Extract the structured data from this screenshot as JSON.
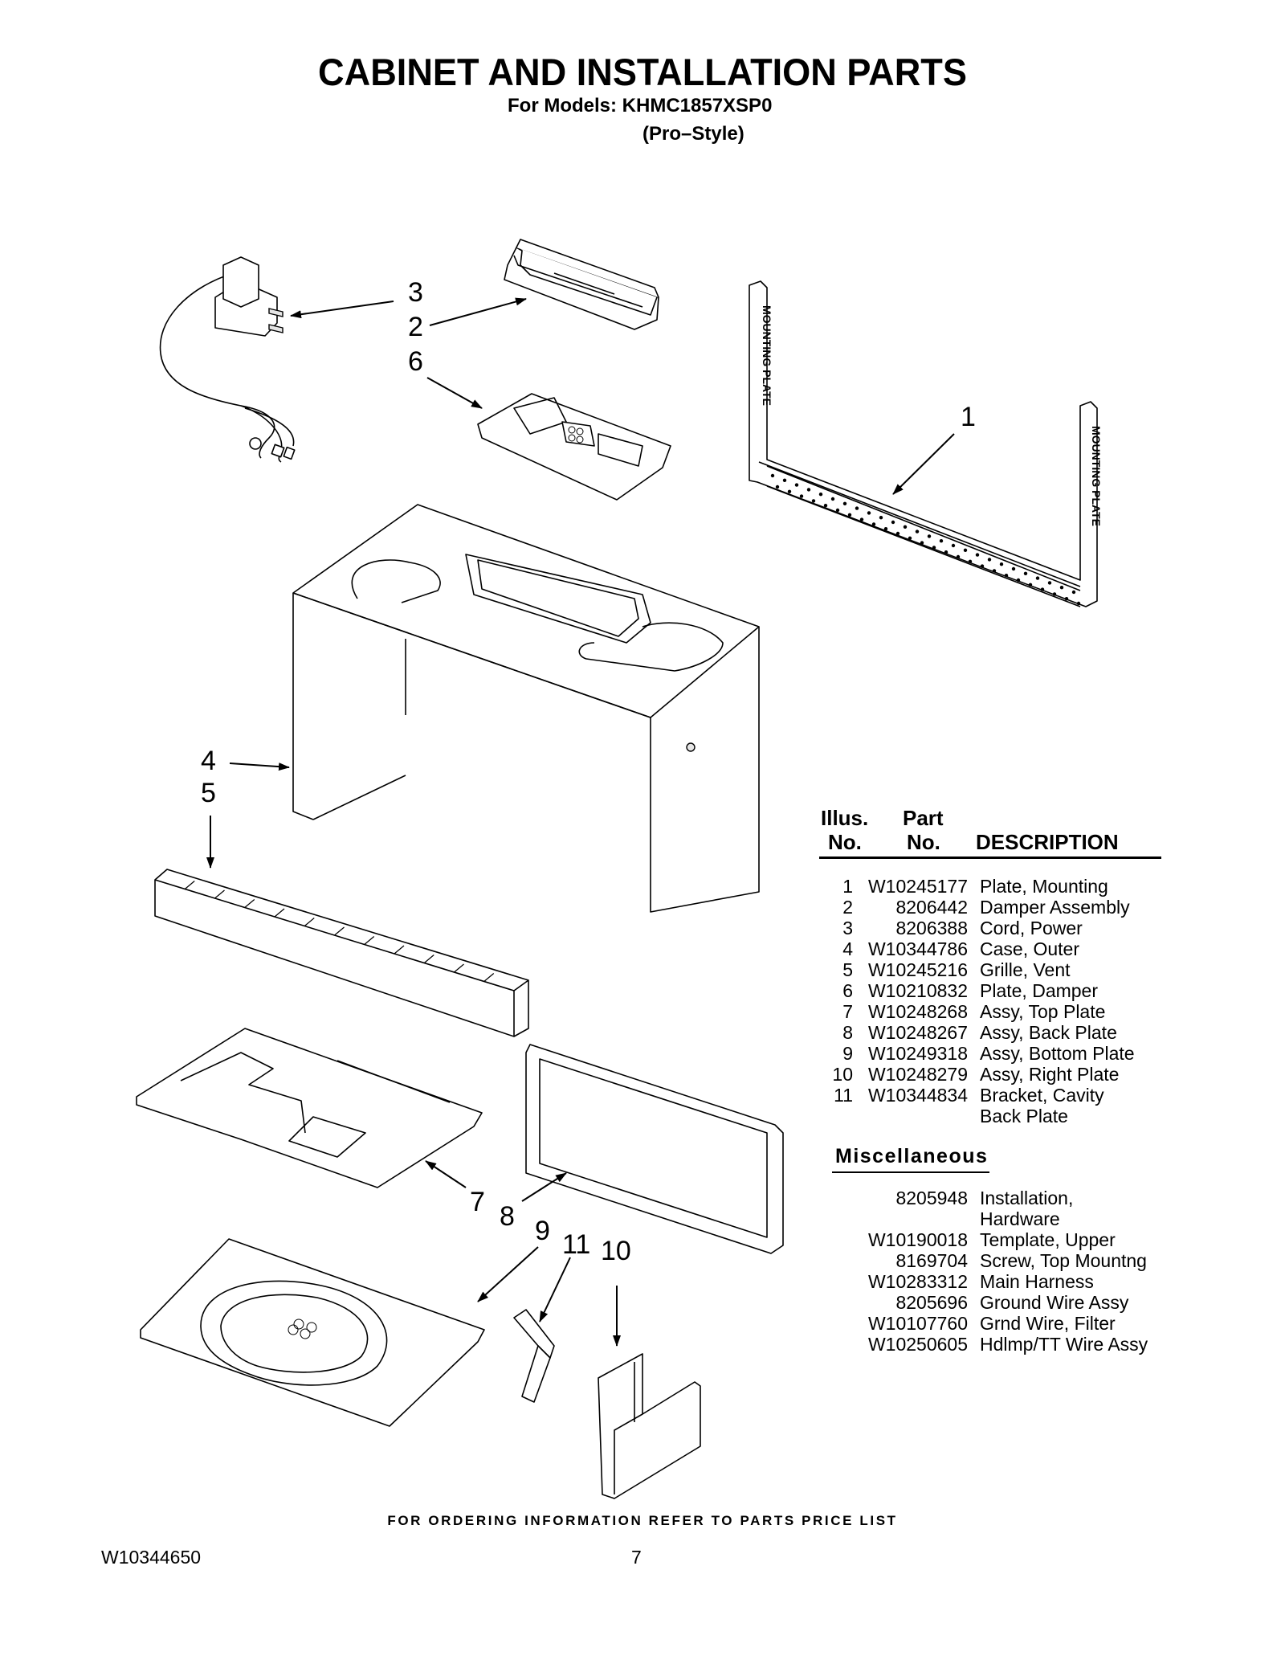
{
  "header": {
    "title": "CABINET AND INSTALLATION PARTS",
    "models_line": "For Models: KHMC1857XSP0",
    "style_line": "(Pro–Style)"
  },
  "callouts": {
    "c1": "1",
    "c2": "2",
    "c3": "3",
    "c4": "4",
    "c5": "5",
    "c6": "6",
    "c7": "7",
    "c8": "8",
    "c9": "9",
    "c10": "10",
    "c11": "11"
  },
  "plate_text": "MOUNTING PLATE",
  "parts_table": {
    "col_illus": "Illus.",
    "col_illus_no": "No.",
    "col_part": "Part",
    "col_part_no": "No.",
    "col_desc": "DESCRIPTION",
    "rows": [
      {
        "illus": "1",
        "part": "W10245177",
        "desc": "Plate, Mounting"
      },
      {
        "illus": "2",
        "part": "8206442",
        "desc": "Damper Assembly"
      },
      {
        "illus": "3",
        "part": "8206388",
        "desc": "Cord, Power"
      },
      {
        "illus": "4",
        "part": "W10344786",
        "desc": "Case, Outer"
      },
      {
        "illus": "5",
        "part": "W10245216",
        "desc": "Grille, Vent"
      },
      {
        "illus": "6",
        "part": "W10210832",
        "desc": "Plate, Damper"
      },
      {
        "illus": "7",
        "part": "W10248268",
        "desc": "Assy, Top Plate"
      },
      {
        "illus": "8",
        "part": "W10248267",
        "desc": "Assy, Back Plate"
      },
      {
        "illus": "9",
        "part": "W10249318",
        "desc": "Assy, Bottom Plate"
      },
      {
        "illus": "10",
        "part": "W10248279",
        "desc": "Assy, Right Plate"
      },
      {
        "illus": "11",
        "part": "W10344834",
        "desc": "Bracket, Cavity",
        "desc2": "Back Plate"
      }
    ]
  },
  "misc": {
    "title": "Miscellaneous",
    "rows": [
      {
        "part": "8205948",
        "desc": "Installation,",
        "desc2": "Hardware"
      },
      {
        "part": "W10190018",
        "desc": "Template, Upper"
      },
      {
        "part": "8169704",
        "desc": "Screw, Top Mountng"
      },
      {
        "part": "W10283312",
        "desc": "Main Harness"
      },
      {
        "part": "8205696",
        "desc": "Ground Wire Assy"
      },
      {
        "part": "W10107760",
        "desc": "Grnd Wire, Filter"
      },
      {
        "part": "W10250605",
        "desc": "Hdlmp/TT Wire Assy"
      }
    ]
  },
  "footer": {
    "ordering": "FOR ORDERING INFORMATION REFER TO PARTS PRICE LIST",
    "doc_number": "W10344650",
    "page_number": "7"
  }
}
